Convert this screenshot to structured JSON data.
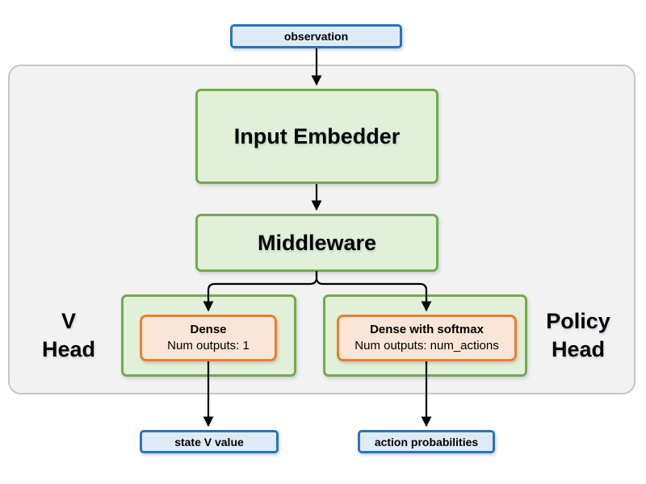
{
  "diagram": {
    "colors": {
      "blue_border": "#2775BC",
      "blue_fill": "#DEEBF7",
      "green_border": "#70AD47",
      "green_fill": "#E2EFD9",
      "orange_border": "#ED7D31",
      "orange_fill": "#FBE5D6",
      "container_fill": "#F2F2F2",
      "container_border": "#C6C6C6",
      "arrow": "#000000"
    },
    "nodes": {
      "observation": {
        "label": "observation"
      },
      "input_embedder": {
        "label": "Input Embedder"
      },
      "middleware": {
        "label": "Middleware"
      },
      "v_head": {
        "line1": "V",
        "line2": "Head"
      },
      "policy_head": {
        "line1": "Policy",
        "line2": "Head"
      },
      "dense": {
        "title": "Dense",
        "subtitle": "Num outputs: 1"
      },
      "dense_softmax": {
        "title": "Dense with softmax",
        "subtitle": "Num outputs: num_actions"
      },
      "state_v_value": {
        "label": "state V value"
      },
      "action_probabilities": {
        "label": "action probabilities"
      }
    }
  }
}
